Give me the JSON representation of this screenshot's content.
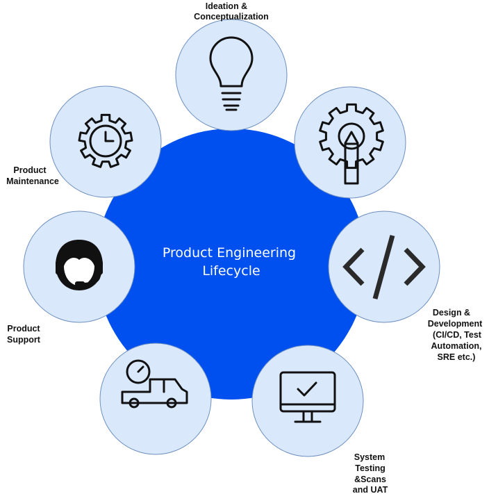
{
  "center": {
    "line1": "Product Engineering",
    "line2": "Lifecycle",
    "color": "#0050ef"
  },
  "stage_fill": "#dae8fc",
  "stage_stroke": "#6c8ebf",
  "stages": [
    {
      "id": "ideation",
      "icon": "lightbulb-icon",
      "lines": [
        "Ideation &",
        "Conceptualization"
      ]
    },
    {
      "id": "design",
      "icon": "gear-pencil-icon",
      "lines": []
    },
    {
      "id": "development",
      "icon": "code-icon",
      "lines": [
        "Design &",
        "Development",
        "(CI/CD, Test",
        "Automation,",
        "SRE etc.)"
      ]
    },
    {
      "id": "testing",
      "icon": "monitor-check-icon",
      "lines": [
        "System",
        "Testing",
        "&Scans",
        "and UAT"
      ]
    },
    {
      "id": "deployment",
      "icon": "truck-gauge-icon",
      "lines": []
    },
    {
      "id": "support",
      "icon": "headset-icon",
      "lines": [
        "Product",
        "Support"
      ]
    },
    {
      "id": "maintenance",
      "icon": "gear-clock-icon",
      "lines": [
        "Product",
        "Maintenance"
      ]
    }
  ]
}
